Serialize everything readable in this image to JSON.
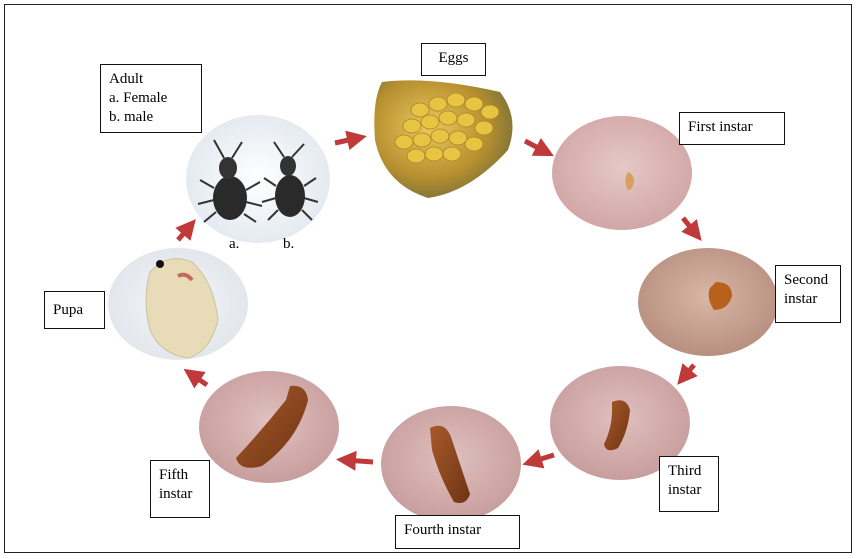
{
  "diagram": {
    "labels": {
      "adult_title": "Adult",
      "adult_female": "a. Female",
      "adult_male": "b. male",
      "eggs": "Eggs",
      "first_instar": "First instar",
      "second_instar_1": "Second",
      "second_instar_2": "instar",
      "third_instar_1": "Third",
      "third_instar_2": "instar",
      "fourth_instar": "Fourth instar",
      "fifth_instar_1": "Fifth",
      "fifth_instar_2": "instar",
      "pupa": "Pupa",
      "caption_a": "a.",
      "caption_b": "b."
    },
    "colors": {
      "arrow": "#c0393b",
      "larva_bg": "#d9b3b3",
      "larva_body": "#8a4a20",
      "egg_yellow": "#d9b230",
      "pupa": "#e8dcb8",
      "beetle": "#2a2a2a"
    }
  }
}
